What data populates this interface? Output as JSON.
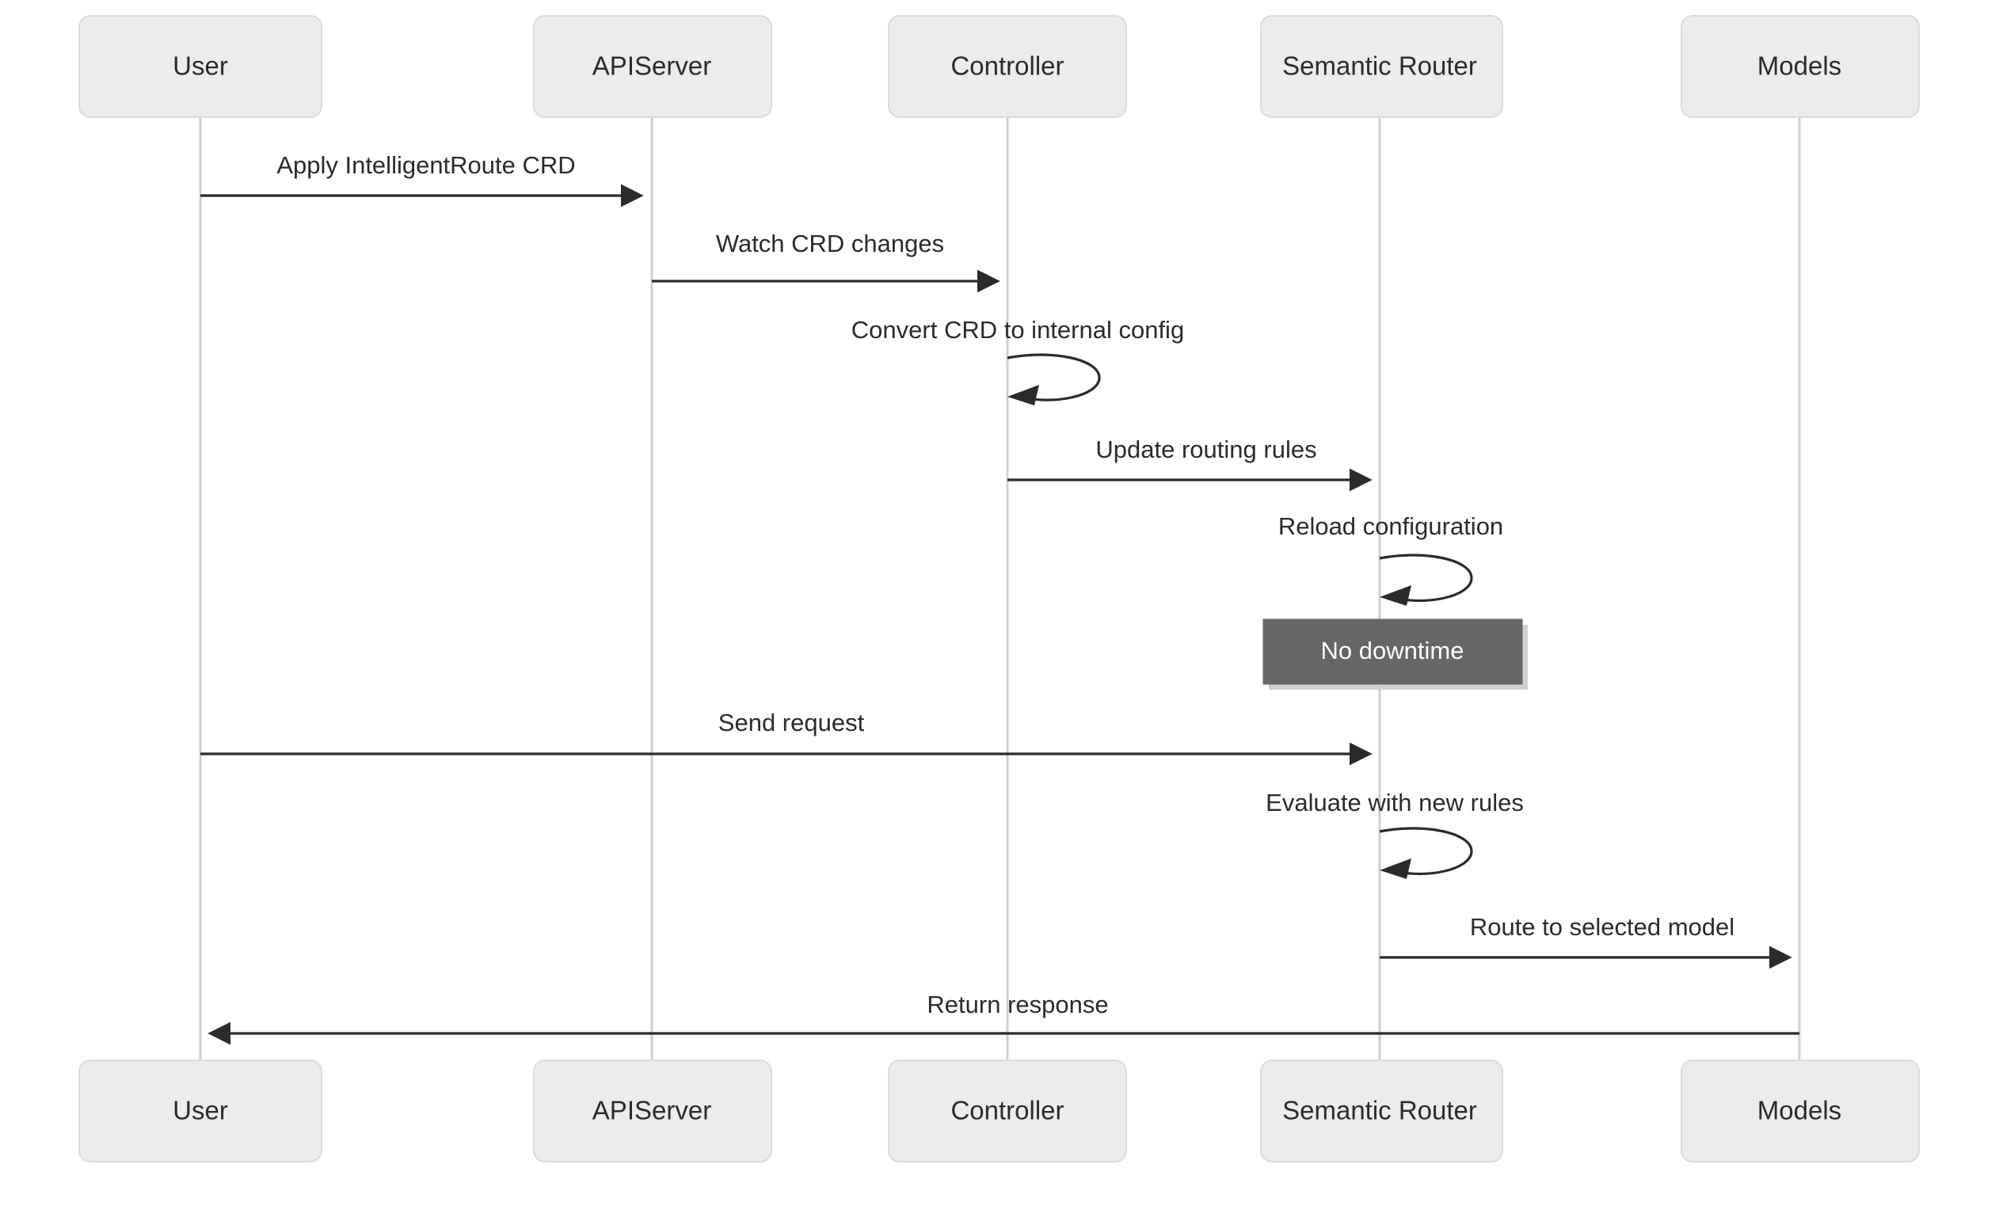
{
  "diagram": {
    "type": "sequence-diagram",
    "title": "",
    "background_color": "#ffffff",
    "actor_fill": "#ececec",
    "actor_stroke": "#dcdcdc",
    "lifeline_color": "#cfcfcf",
    "line_color": "#2b2b2b",
    "note_fill": "#666666",
    "note_text_color": "#ffffff",
    "participants": [
      {
        "id": "user",
        "label": "User"
      },
      {
        "id": "apiserver",
        "label": "APIServer"
      },
      {
        "id": "controller",
        "label": "Controller"
      },
      {
        "id": "router",
        "label": "Semantic Router"
      },
      {
        "id": "models",
        "label": "Models"
      }
    ],
    "messages": [
      {
        "index": 0,
        "from": "user",
        "to": "apiserver",
        "label": "Apply IntelligentRoute CRD",
        "kind": "arrow",
        "direction": "right"
      },
      {
        "index": 1,
        "from": "apiserver",
        "to": "controller",
        "label": "Watch CRD changes",
        "kind": "arrow",
        "direction": "right"
      },
      {
        "index": 2,
        "from": "controller",
        "to": "controller",
        "label": "Convert CRD to internal config",
        "kind": "self-loop",
        "direction": "self"
      },
      {
        "index": 3,
        "from": "controller",
        "to": "router",
        "label": "Update routing rules",
        "kind": "arrow",
        "direction": "right"
      },
      {
        "index": 4,
        "from": "router",
        "to": "router",
        "label": "Reload configuration",
        "kind": "self-loop",
        "direction": "self"
      },
      {
        "index": 5,
        "from": "user",
        "to": "router",
        "label": "Send request",
        "kind": "arrow",
        "direction": "right"
      },
      {
        "index": 6,
        "from": "router",
        "to": "router",
        "label": "Evaluate with new rules",
        "kind": "self-loop",
        "direction": "self"
      },
      {
        "index": 7,
        "from": "router",
        "to": "models",
        "label": "Route to selected model",
        "kind": "arrow",
        "direction": "right"
      },
      {
        "index": 8,
        "from": "models",
        "to": "user",
        "label": "Return response",
        "kind": "arrow",
        "direction": "left"
      }
    ],
    "notes": [
      {
        "index": 0,
        "over": "router",
        "label": "No downtime"
      }
    ]
  }
}
